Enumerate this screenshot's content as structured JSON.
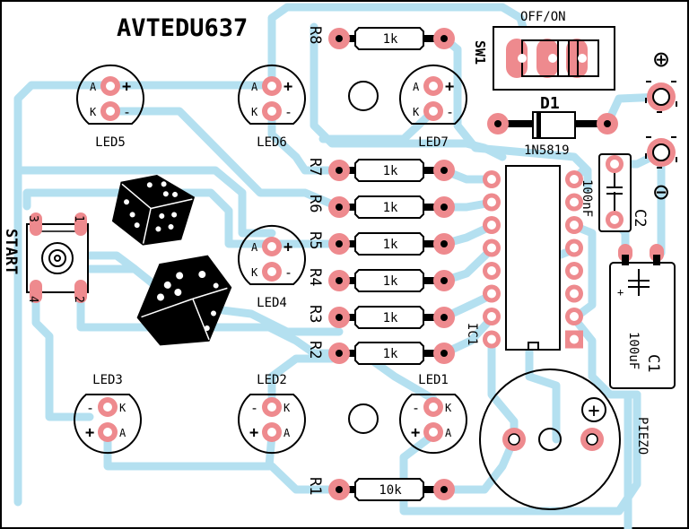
{
  "board": {
    "title": "AVTEDU637",
    "colors": {
      "trace": "#b4e0f0",
      "pad": "#ee8a8e",
      "silkscreen": "#000000",
      "background": "#ffffff"
    }
  },
  "resistors": [
    {
      "ref": "R8",
      "value": "1k"
    },
    {
      "ref": "R7",
      "value": "1k"
    },
    {
      "ref": "R6",
      "value": "1k"
    },
    {
      "ref": "R5",
      "value": "1k"
    },
    {
      "ref": "R4",
      "value": "1k"
    },
    {
      "ref": "R3",
      "value": "1k"
    },
    {
      "ref": "R2",
      "value": "1k"
    },
    {
      "ref": "R1",
      "value": "10k"
    }
  ],
  "leds": [
    {
      "ref": "LED5",
      "anode": "A",
      "cathode": "K",
      "plus": "+",
      "minus": "-"
    },
    {
      "ref": "LED6",
      "anode": "A",
      "cathode": "K",
      "plus": "+",
      "minus": "-"
    },
    {
      "ref": "LED7",
      "anode": "A",
      "cathode": "K",
      "plus": "+",
      "minus": "-"
    },
    {
      "ref": "LED4",
      "anode": "A",
      "cathode": "K",
      "plus": "+",
      "minus": "-"
    },
    {
      "ref": "LED3",
      "anode": "A",
      "cathode": "K",
      "plus": "+",
      "minus": "-"
    },
    {
      "ref": "LED2",
      "anode": "A",
      "cathode": "K",
      "plus": "+",
      "minus": "-"
    },
    {
      "ref": "LED1",
      "anode": "A",
      "cathode": "K",
      "plus": "+",
      "minus": "-"
    }
  ],
  "switch": {
    "ref": "SW1",
    "label": "OFF/ON"
  },
  "diode": {
    "ref": "D1",
    "part": "1N5819"
  },
  "ic": {
    "ref": "IC1"
  },
  "c2": {
    "ref": "C2",
    "value": "100nF"
  },
  "c1": {
    "ref": "C1",
    "value": "100uF",
    "polarity": "+"
  },
  "piezo": {
    "ref": "PIEZO",
    "polarity": "+"
  },
  "button": {
    "ref": "START",
    "pins": [
      "3",
      "1",
      "4",
      "2"
    ]
  },
  "power": {
    "plus": "⊕",
    "minus": "⊖"
  }
}
